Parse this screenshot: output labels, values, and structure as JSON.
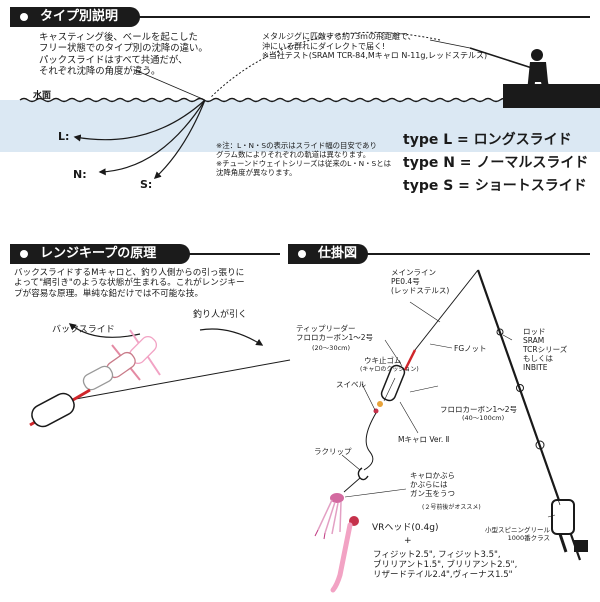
{
  "headers": {
    "type_explanation": "タイプ別説明",
    "range_keep": "レンジキープの原理",
    "rig": "仕掛図"
  },
  "section1": {
    "intro": "キャスティング後、ベールを起こした\nフリー状態でのタイプ別の沈降の違い。\nパックスライドはすべて共通だが、\nそれぞれ沈降の角度が違う。",
    "metal_jig": "メタルジグに匹敵する約73mの飛距離で、\n沖にいる群れにダイレクトで届く!\n※当社テスト(SRAM TCR-84,Mキャロ N-11g,レッドステルス)",
    "water_surface": "水面",
    "label_l": "L:",
    "label_n": "N:",
    "label_s": "S:",
    "note": "※注：L・N・Sの表示はスライド幅の目安であり\nグラム数によりそれぞれの軌道は異なります。\n※チューンドウェイトシリーズは従来のL・N・Sとは\n沈降角度が異なります。",
    "type_l": "type L = ロングスライド",
    "type_n": "type N = ノーマルスライド",
    "type_s": "type S = ショートスライド"
  },
  "section2": {
    "text": "バックスライドするMキャロと、釣り人側からの引っ張りに\nよって\"綱引き\"のような状態が生まれる。これがレンジキー\nプが容易な原理。単純な鉛だけでは不可能な技。",
    "back_slide": "バックスライド",
    "angler_pull": "釣り人が引く"
  },
  "section3": {
    "main_line": "メインライン\nPE0.4号\n(レッドステルス)",
    "rod": "ロッド\nSRAM\nTCRシリーズ\nもしくは\nINBITE",
    "tippet": "ティップリーダー\nフロロカーボン1〜2号",
    "tippet_len": "(20〜30cm)",
    "stopper": "ウキ止ゴム",
    "stopper_sub": "(キャロのクッション)",
    "fg_knot": "FGノット",
    "swivel": "スイベル",
    "fluoro": "フロロカーボン1〜2号",
    "fluoro_len": "(40〜100cm)",
    "mcaro": "Mキャロ Ver. Ⅱ",
    "rakuclip": "ラクリップ",
    "caro_kabura": "キャロかぶら\nかぶらには\nガン玉をうつ",
    "caro_kabura_note": "(２号前後がオススメ)",
    "reel": "小型スピニングリール\n1000番クラス",
    "vr_head": "VRヘッド(0.4g)",
    "plus": "+",
    "worms": "フィジット2.5\", フィジット3.5\",\nブリリアント1.5\", ブリリアント2.5\",\nリザードテイル2.4\",ヴィーナス1.5\""
  },
  "colors": {
    "header_bg": "#1b1b1b",
    "water": "#dbe8f3",
    "red": "#d0262b",
    "pink": "#f2a3c4"
  }
}
